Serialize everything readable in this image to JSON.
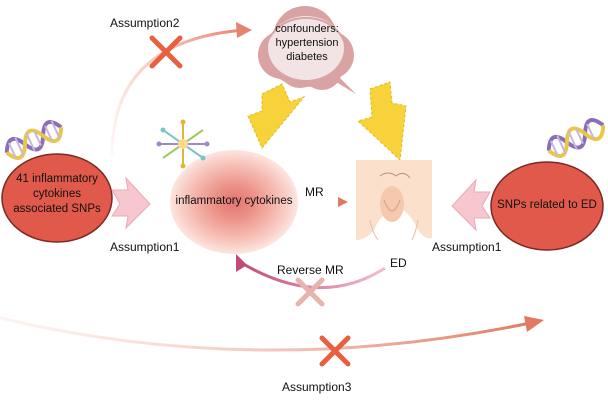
{
  "labels": {
    "assumption2": "Assumption2",
    "assumption1_left": "Assumption1",
    "assumption1_right": "Assumption1",
    "assumption3": "Assumption3",
    "mr": "MR",
    "reverse_mr": "Reverse MR",
    "ed": "ED"
  },
  "nodes": {
    "confounders": {
      "line1": "confounders:",
      "line2": "hypertension",
      "line3": "diabetes"
    },
    "snps_left": {
      "line1": "41 inflammatory",
      "line2": "cytokines",
      "line3": "associated SNPs"
    },
    "cytokines": "inflammatory cytokines",
    "snps_right": "SNPs related to ED"
  },
  "colors": {
    "node_red": "#e0594a",
    "cloud": "#d9a3a3",
    "pink_arrow": "#f6c7cf",
    "yellow_arrow": "#f8d23a",
    "cross": "#e8603f",
    "skin": "#fbe1cc",
    "curve": "#d26a5e"
  },
  "icons": [
    "dna-icon-left",
    "dna-icon-right",
    "cytokine-molecule-icon",
    "pelvis-illustration"
  ]
}
